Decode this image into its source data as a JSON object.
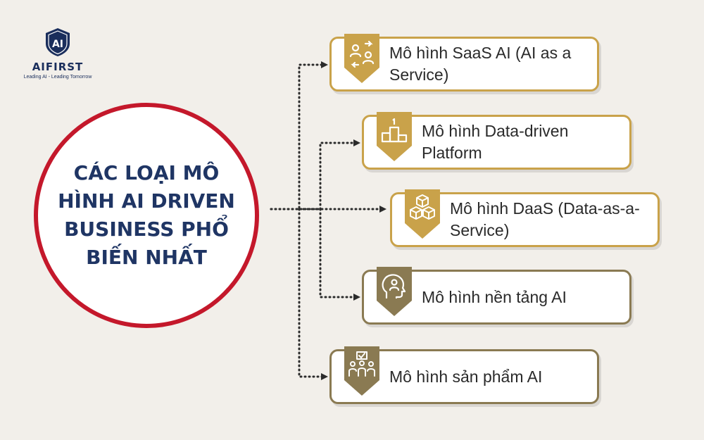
{
  "brand": {
    "logo_mark": "AI",
    "name": "AIFIRST",
    "tagline": "Leading AI - Leading Tomorrow",
    "color": "#1a2e5c"
  },
  "center": {
    "title": "CÁC LOẠI MÔ HÌNH AI DRIVEN BUSINESS PHỔ BIẾN NHẤT",
    "border_color": "#c4182b",
    "text_color": "#1f3564"
  },
  "models": [
    {
      "label": "Mô hình SaaS AI (AI as a Service)",
      "icon": "user-exchange-icon"
    },
    {
      "label": "Mô hình Data-driven Platform",
      "icon": "podium-icon"
    },
    {
      "label": "Mô hình DaaS (Data-as-a-Service)",
      "icon": "cubes-icon"
    },
    {
      "label": "Mô hình nền tảng AI",
      "icon": "head-user-icon"
    },
    {
      "label": "Mô hình sản phẩm AI",
      "icon": "team-approval-icon"
    }
  ],
  "colors": {
    "gold": "#c9a24a",
    "olive": "#8a7a52",
    "background": "#f2efea"
  }
}
